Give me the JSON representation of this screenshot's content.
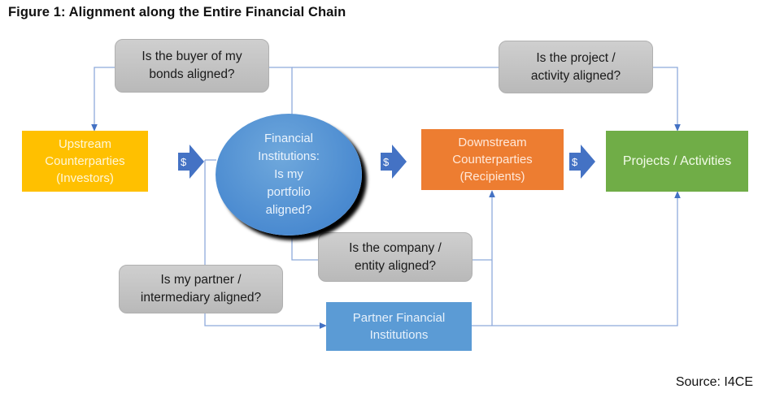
{
  "figure": {
    "title": "Figure 1: Alignment along the Entire Financial Chain",
    "source": "Source: I4CE"
  },
  "nodes": {
    "upstream": "Upstream\nCounterparties\n(Investors)",
    "financial_institutions": "Financial\nInstitutions:\nIs my\nportfolio\naligned?",
    "downstream": "Downstream\nCounterparties\n(Recipients)",
    "projects": "Projects / Activities",
    "partner": "Partner Financial\nInstitutions"
  },
  "questions": {
    "buyer": "Is the buyer of my\nbonds aligned?",
    "project": "Is the project /\nactivity aligned?",
    "company": "Is the company /\nentity aligned?",
    "partner": "Is my partner /\nintermediary aligned?"
  },
  "flow_arrows": {
    "symbol": "$"
  },
  "colors": {
    "upstream": "#ffc000",
    "financial_institutions": "#5b9bd5",
    "downstream": "#ed7d31",
    "projects": "#70ad47",
    "partner": "#5b9bd5",
    "question": "#c4c4c4",
    "connector": "#8eaadb",
    "arrow": "#4472c4"
  }
}
